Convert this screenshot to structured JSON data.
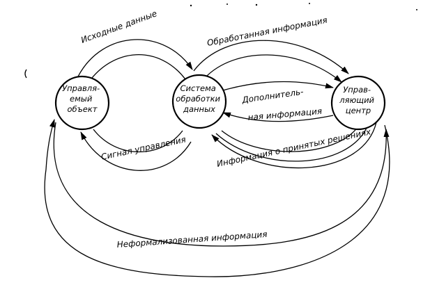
{
  "nodes": {
    "object": {
      "lines": [
        "Управля-",
        "емый",
        "объект"
      ]
    },
    "system": {
      "lines": [
        "Система",
        "обработки",
        "данных"
      ]
    },
    "center": {
      "lines": [
        "Управ-",
        "ляющий",
        "центр"
      ]
    }
  },
  "edges": {
    "source_data": "Исходные данные",
    "processed_info": "Обработанная информация",
    "additional_info_1": "Дополнитель-",
    "additional_info_2": "ная информация",
    "control_signal": "Сигнал управления",
    "decisions_info": "Информация о принятых решениях",
    "informal_info": "Неформализованная информация"
  }
}
